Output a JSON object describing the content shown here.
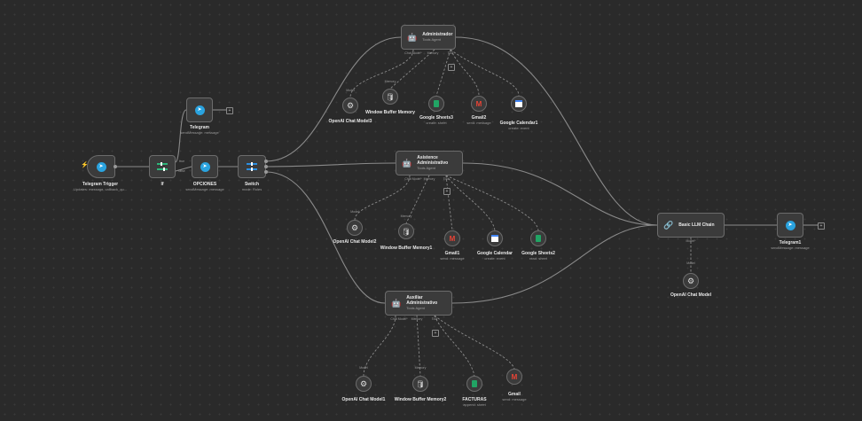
{
  "colors": {
    "background": "#2a2a2a",
    "node": "#3b3b3b",
    "edge": "#8a8a8a",
    "telegram": "#2aa3df",
    "trigger": "#ff6d5a"
  },
  "nodes": {
    "telegram_trigger": {
      "title": "Telegram Trigger",
      "subtitle": "Updates: message, callback_qu..."
    },
    "if": {
      "title": "If",
      "true_label": "true",
      "false_label": "false"
    },
    "telegram": {
      "title": "Telegram",
      "subtitle": "sendMessage: message"
    },
    "opciones": {
      "title": "OPCIONES",
      "subtitle": "sendMessage: message"
    },
    "switch": {
      "title": "Switch",
      "subtitle": "mode: Rules"
    },
    "administrador": {
      "title": "Administrador",
      "subtitle": "Tools Agent",
      "port_chat": "Chat Model*",
      "port_memory": "Memory",
      "port_tool": "Tool"
    },
    "asistence": {
      "title": "Asistence Administrativo",
      "subtitle": "Tools Agent",
      "port_chat": "Chat Model*",
      "port_memory": "Memory",
      "port_tool": "Tool"
    },
    "auxiliar": {
      "title": "Auxiliar Administrativo",
      "subtitle": "Tools Agent",
      "port_chat": "Chat Model*",
      "port_memory": "Memory",
      "port_tool": "Tool"
    },
    "basic_llm": {
      "title": "Basic LLM Chain",
      "port_model": "Model*"
    },
    "telegram1": {
      "title": "Telegram1",
      "subtitle": "sendMessage: message"
    }
  },
  "subnodes": {
    "openai0": {
      "title": "OpenAI Chat Model3",
      "tag": "Model"
    },
    "wbm0": {
      "title": "Window Buffer Memory",
      "tag": "Memory"
    },
    "gsheets3": {
      "title": "Google Sheets3",
      "subtitle": "create: sheet"
    },
    "gmail2": {
      "title": "Gmail2",
      "subtitle": "send: message"
    },
    "gcal1": {
      "title": "Google Calendar1",
      "subtitle": "create: event"
    },
    "openai2": {
      "title": "OpenAI Chat Model2",
      "tag": "Model"
    },
    "wbm1": {
      "title": "Window Buffer Memory1",
      "tag": "Memory"
    },
    "gmail1": {
      "title": "Gmail1",
      "subtitle": "send: message"
    },
    "gcal": {
      "title": "Google Calendar",
      "subtitle": "create: event"
    },
    "gsheets2": {
      "title": "Google Sheets2",
      "subtitle": "read: sheet"
    },
    "openai_llm": {
      "title": "OpenAI Chat Model",
      "tag": "Model"
    },
    "openai1": {
      "title": "OpenAI Chat Model1",
      "tag": "Model"
    },
    "wbm2": {
      "title": "Window Buffer Memory2",
      "tag": "Memory"
    },
    "facturas": {
      "title": "FACTURAS",
      "subtitle": "append: sheet"
    },
    "gmail": {
      "title": "Gmail",
      "subtitle": "send: message"
    }
  }
}
